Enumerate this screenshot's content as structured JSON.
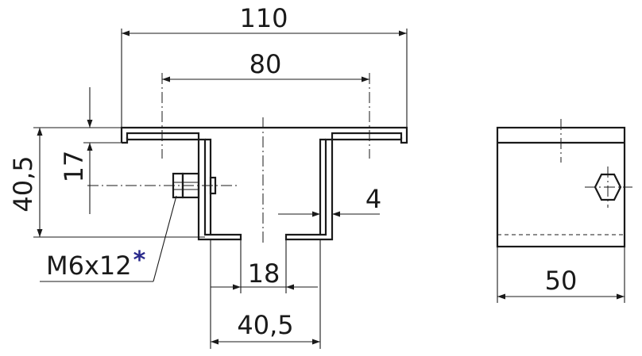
{
  "dimensions": {
    "overall_width": "110",
    "inner_width": "80",
    "flange_height": "17",
    "total_height": "40,5",
    "lip": "4",
    "slot_width": "18",
    "base_width": "40,5",
    "side_width": "50"
  },
  "fastener": {
    "label": "M6x12",
    "marker": "*",
    "marker_color": "#2a2a8c"
  },
  "colors": {
    "line": "#1a1a1a",
    "background": "#ffffff"
  }
}
